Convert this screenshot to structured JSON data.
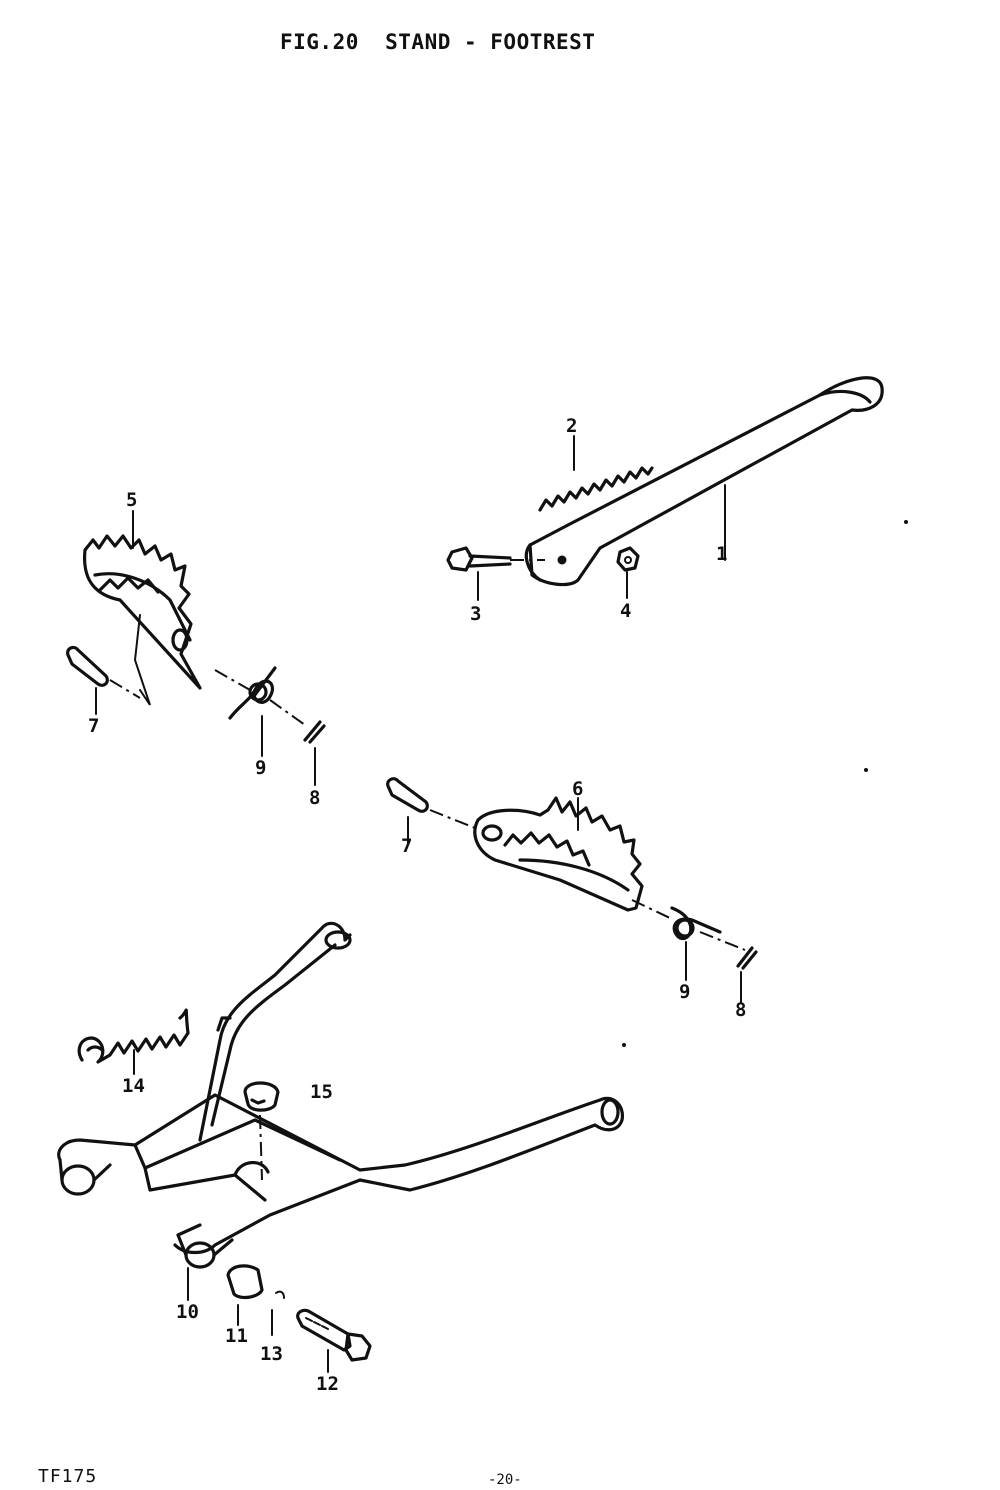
{
  "header": {
    "title": "FIG.20  STAND - FOOTREST"
  },
  "footer": {
    "model": "TF175",
    "page": "-20-"
  },
  "callouts": {
    "c1": "1",
    "c2": "2",
    "c3": "3",
    "c4": "4",
    "c5": "5",
    "c6": "6",
    "c7a": "7",
    "c7b": "7",
    "c8a": "8",
    "c8b": "8",
    "c9a": "9",
    "c9b": "9",
    "c10": "10",
    "c11": "11",
    "c12": "12",
    "c13": "13",
    "c14": "14",
    "c15": "15"
  }
}
